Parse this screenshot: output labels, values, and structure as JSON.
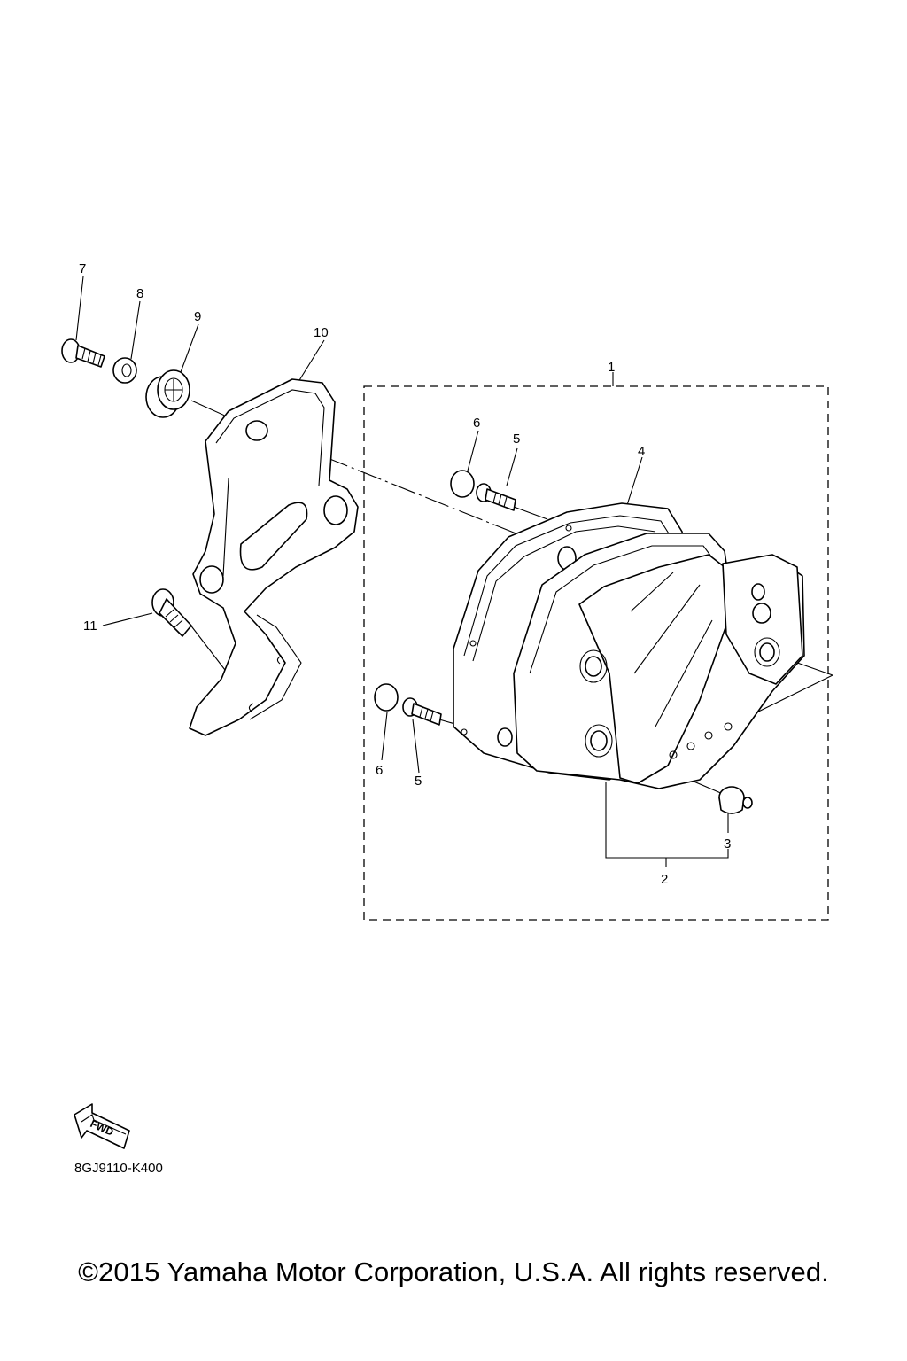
{
  "callouts": {
    "c1": "1",
    "c2": "2",
    "c3": "3",
    "c4": "4",
    "c5a": "5",
    "c5b": "5",
    "c6a": "6",
    "c6b": "6",
    "c7": "7",
    "c8": "8",
    "c9": "9",
    "c10": "10",
    "c11": "11"
  },
  "fwd_label": "FWD",
  "diagram_code": "8GJ9110-K400",
  "copyright": "©2015 Yamaha Motor Corporation, U.S.A. All rights reserved."
}
